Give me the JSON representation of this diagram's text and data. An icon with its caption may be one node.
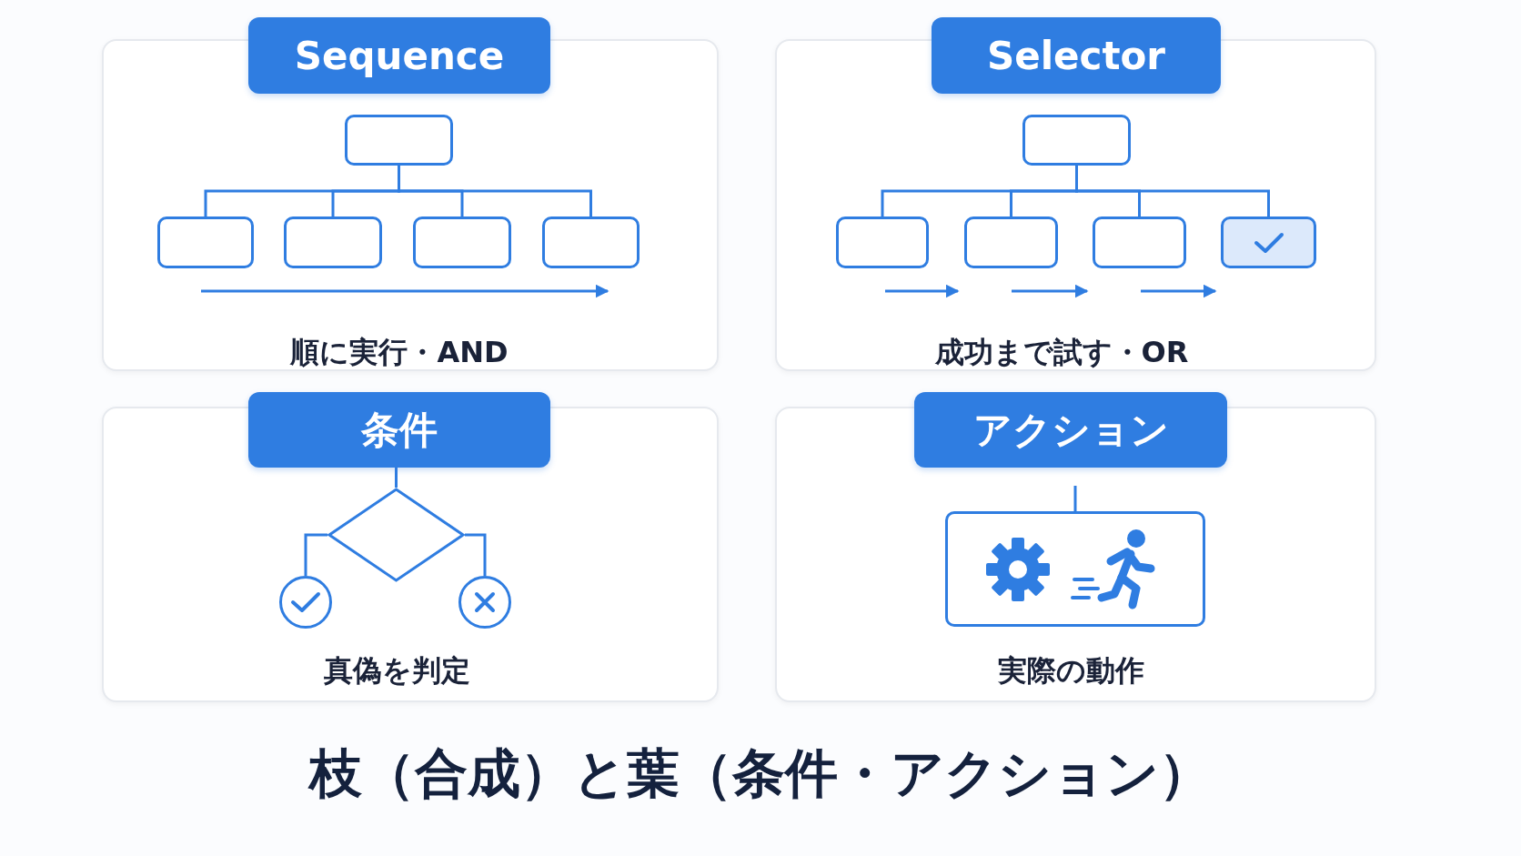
{
  "diagram": {
    "title": "枝（合成）と葉（条件・アクション）",
    "nodes": [
      {
        "text": [
          "Sequence",
          "順に実行・AND"
        ]
      },
      {
        "text": [],
        "shape": "box",
        "in": 0
      },
      {
        "text": [],
        "shape": "box",
        "in": 0
      },
      {
        "text": [],
        "shape": "box",
        "in": 0
      },
      {
        "text": [],
        "shape": "box",
        "in": 0
      },
      {
        "text": [],
        "shape": "box",
        "in": 0
      },
      {
        "text": [
          "Selector",
          "成功まで試す・OR"
        ]
      },
      {
        "text": [],
        "shape": "box",
        "in": 6
      },
      {
        "text": [],
        "shape": "box",
        "in": 6
      },
      {
        "text": [],
        "shape": "box",
        "in": 6
      },
      {
        "text": [],
        "shape": "box",
        "in": 6
      },
      {
        "text": [],
        "shape": "box",
        "in": 6
      },
      {
        "text": [
          "条件",
          "真偽を判定"
        ]
      },
      {
        "text": [],
        "shape": "diamond",
        "in": 12
      },
      {
        "text": [],
        "shape": "circle",
        "in": 12
      },
      {
        "text": [],
        "shape": "circle",
        "in": 12
      },
      {
        "text": [
          "アクション",
          "実際の動作"
        ]
      },
      {
        "text": [],
        "shape": "box",
        "in": 16
      }
    ],
    "edges": [
      {
        "from": 1,
        "to": 2,
        "arrow": "none"
      },
      {
        "from": 1,
        "to": 3,
        "arrow": "none"
      },
      {
        "from": 1,
        "to": 4,
        "arrow": "none"
      },
      {
        "from": 1,
        "to": 5,
        "arrow": "none"
      },
      {
        "from": 7,
        "to": 8,
        "arrow": "none"
      },
      {
        "from": 7,
        "to": 9,
        "arrow": "none"
      },
      {
        "from": 7,
        "to": 10,
        "arrow": "none"
      },
      {
        "from": 7,
        "to": 11,
        "arrow": "none"
      },
      {
        "from": null,
        "to": 13,
        "arrow": "none"
      },
      {
        "from": 13,
        "to": 14,
        "arrow": "none"
      },
      {
        "from": 13,
        "to": 15,
        "arrow": "none"
      },
      {
        "from": null,
        "to": 17,
        "arrow": "none"
      }
    ]
  }
}
